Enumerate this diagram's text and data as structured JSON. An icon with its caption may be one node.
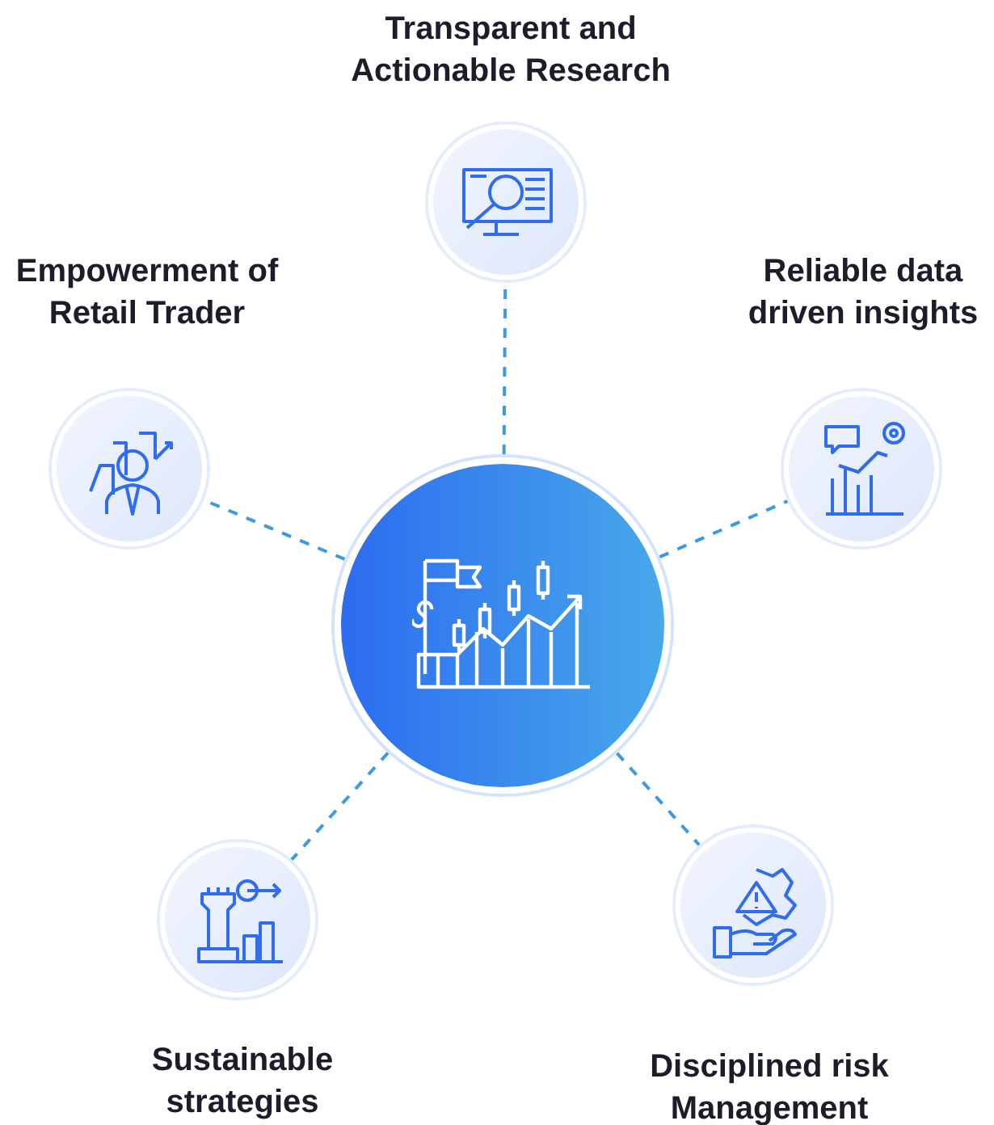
{
  "diagram": {
    "nodes": [
      {
        "text": [],
        "shape": "circle"
      },
      {
        "text": [
          "Transparent and Actionable Research"
        ]
      },
      {
        "text": [
          "Reliable data driven insights"
        ]
      },
      {
        "text": [
          "Empowerment of Retail Trader"
        ]
      },
      {
        "text": [
          "Sustainable strategies"
        ]
      },
      {
        "text": [
          "Disciplined risk Management"
        ]
      }
    ],
    "edges": [
      {
        "from": 0,
        "to": 1,
        "arrow": "none",
        "style": "dashed"
      },
      {
        "from": 0,
        "to": 2,
        "arrow": "none",
        "style": "dashed"
      },
      {
        "from": 0,
        "to": 3,
        "arrow": "none",
        "style": "dashed"
      },
      {
        "from": 0,
        "to": 4,
        "arrow": "none",
        "style": "dashed"
      },
      {
        "from": 0,
        "to": 5,
        "arrow": "none",
        "style": "dashed"
      }
    ]
  }
}
